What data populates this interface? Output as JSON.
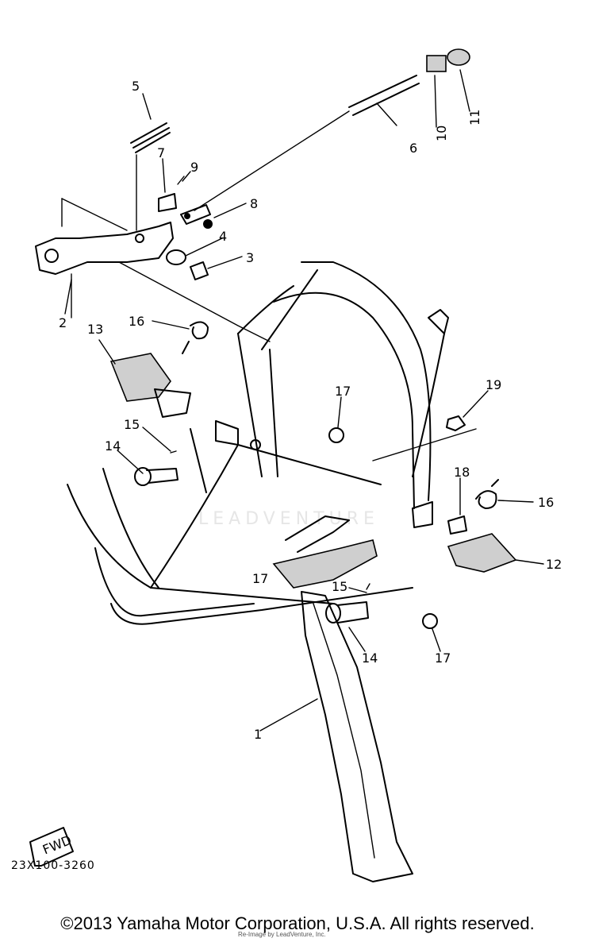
{
  "diagram": {
    "code": "23X100-3260",
    "fwd_label": "FWD",
    "watermark": "LEADVENTURE",
    "parts": [
      "1",
      "2",
      "3",
      "4",
      "5",
      "6",
      "7",
      "8",
      "9",
      "10",
      "11",
      "12",
      "13",
      "14",
      "14",
      "15",
      "15",
      "16",
      "16",
      "17",
      "17",
      "17",
      "18",
      "19"
    ]
  },
  "footer": {
    "copyright": "©2013 Yamaha Motor Corporation, U.S.A. All rights reserved.",
    "sub": "Re-Image by LeadVenture, Inc."
  }
}
